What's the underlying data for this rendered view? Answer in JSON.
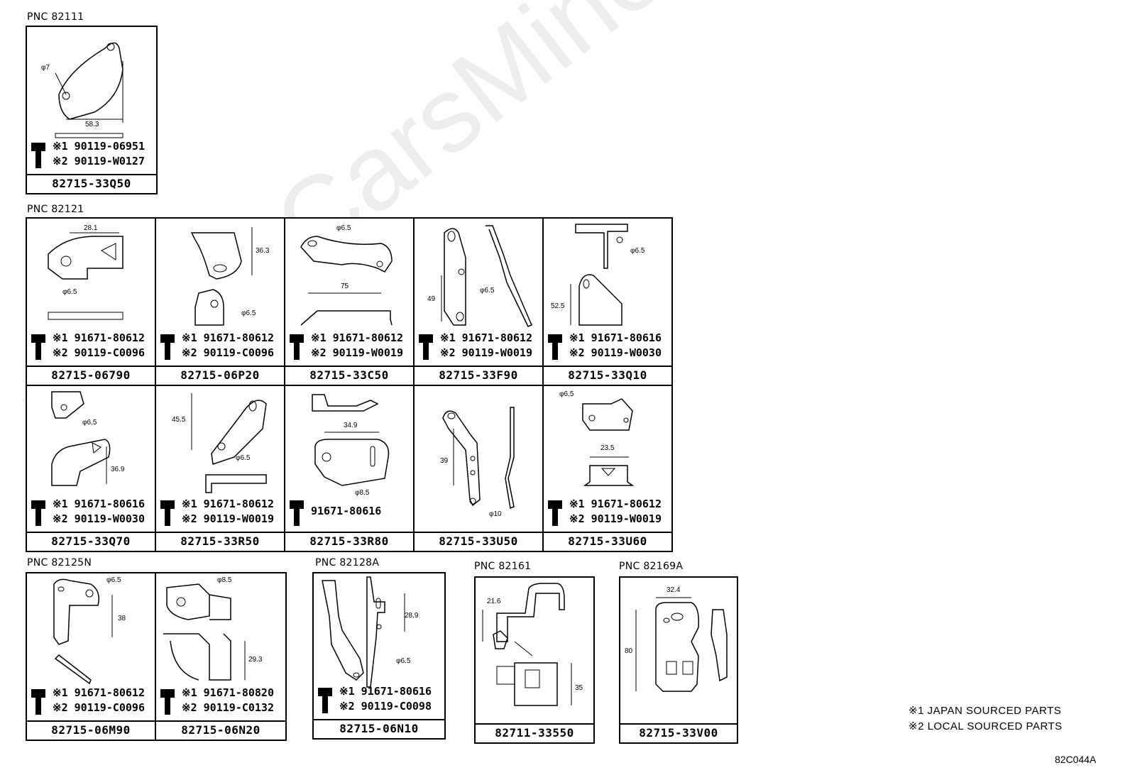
{
  "watermark": "ToyotaCarsMine.ru",
  "groups": {
    "g1": "PNC 82111",
    "g2": "PNC 82121",
    "g3": "PNC 82125N",
    "g4": "PNC 82128A",
    "g5": "PNC 82161",
    "g6": "PNC 82169A"
  },
  "boxes": [
    {
      "part": "82715-33Q50",
      "b1": "※1 90119-06951",
      "b2": "※2 90119-W0127",
      "d1": "φ7",
      "d2": "58.3"
    },
    {
      "part": "82715-06790",
      "b1": "※1 91671-80612",
      "b2": "※2 90119-C0096",
      "d1": "28.1",
      "d2": "φ6.5"
    },
    {
      "part": "82715-06P20",
      "b1": "※1 91671-80612",
      "b2": "※2 90119-C0096",
      "d1": "36.3",
      "d2": "φ6.5"
    },
    {
      "part": "82715-33C50",
      "b1": "※1 91671-80612",
      "b2": "※2 90119-W0019",
      "d1": "φ6.5",
      "d2": "75"
    },
    {
      "part": "82715-33F90",
      "b1": "※1 91671-80612",
      "b2": "※2 90119-W0019",
      "d1": "49",
      "d2": "φ6.5"
    },
    {
      "part": "82715-33Q10",
      "b1": "※1 91671-80616",
      "b2": "※2 90119-W0030",
      "d1": "φ6.5",
      "d2": "52.5"
    },
    {
      "part": "82715-33Q70",
      "b1": "※1 91671-80616",
      "b2": "※2 90119-W0030",
      "d1": "φ6.5",
      "d2": "36.9"
    },
    {
      "part": "82715-33R50",
      "b1": "※1 91671-80612",
      "b2": "※2 90119-W0019",
      "d1": "45.5",
      "d2": "φ6.5"
    },
    {
      "part": "82715-33R80",
      "b1": "91671-80616",
      "d1": "34.9",
      "d2": "φ8.5"
    },
    {
      "part": "82715-33U50",
      "d1": "39",
      "d2": "φ10"
    },
    {
      "part": "82715-33U60",
      "b1": "※1 91671-80612",
      "b2": "※2 90119-W0019",
      "d1": "φ6.5",
      "d2": "23.5"
    },
    {
      "part": "82715-06M90",
      "b1": "※1 91671-80612",
      "b2": "※2 90119-C0096",
      "d1": "φ6.5",
      "d2": "38"
    },
    {
      "part": "82715-06N20",
      "b1": "※1 91671-80820",
      "b2": "※2 90119-C0132",
      "d1": "φ8.5",
      "d2": "29.3"
    },
    {
      "part": "82715-06N10",
      "b1": "※1 91671-80616",
      "b2": "※2 90119-C0098",
      "d1": "28.9",
      "d2": "φ6.5"
    },
    {
      "part": "82711-33550",
      "d1": "21.6",
      "d2": "35"
    },
    {
      "part": "82715-33V00",
      "d1": "32.4",
      "d2": "80"
    }
  ],
  "notes": {
    "n1": "※1 JAPAN SOURCED PARTS",
    "n2": "※2 LOCAL SOURCED PARTS"
  },
  "figure_code": "82C044A"
}
